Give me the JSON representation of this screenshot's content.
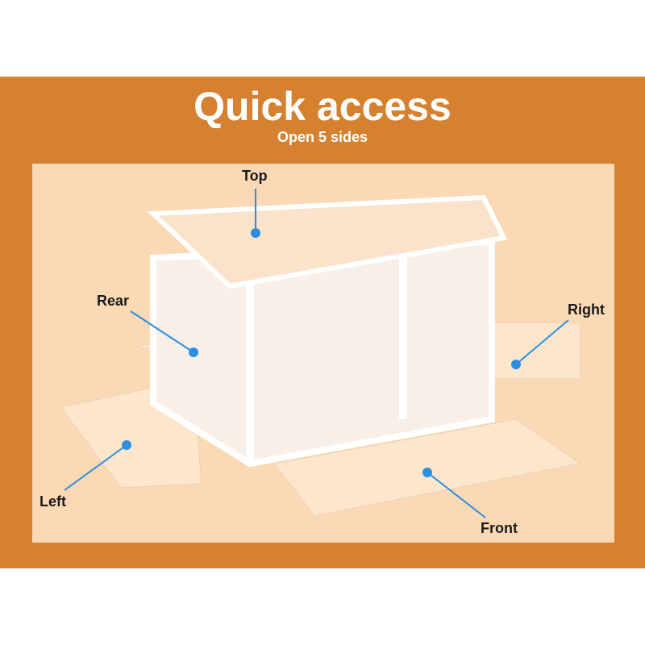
{
  "header": {
    "title": "Quick access",
    "subtitle": "Open 5 sides"
  },
  "labels": {
    "top": "Top",
    "rear": "Rear",
    "right": "Right",
    "left": "Left",
    "front": "Front"
  },
  "colors": {
    "band": "#d5812f",
    "panel": "#fbd9b4",
    "callout": "#2a8fe0"
  }
}
